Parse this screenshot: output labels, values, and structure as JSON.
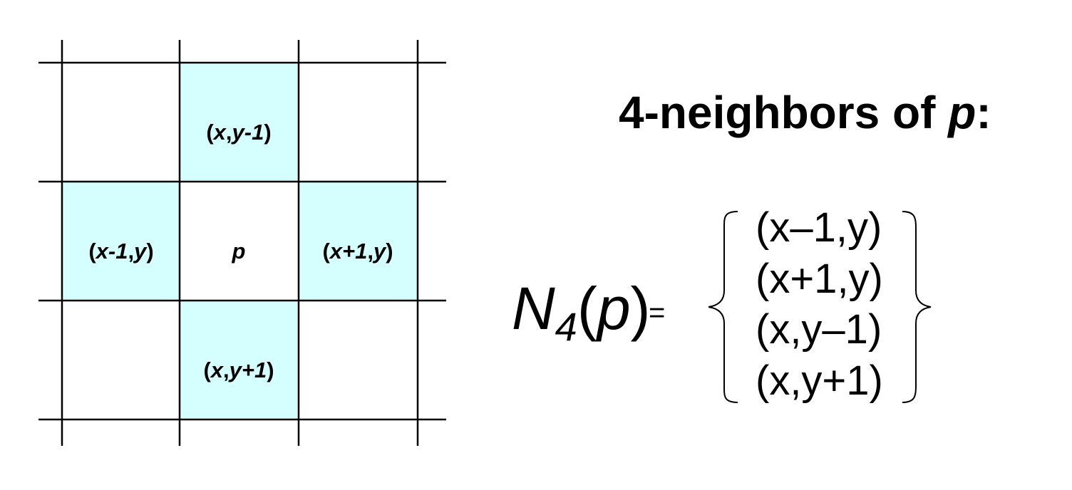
{
  "colors": {
    "highlight": "#d5ffff",
    "line": "#000000",
    "background": "#ffffff"
  },
  "grid": {
    "rows": 3,
    "cols": 3,
    "highlighted_cells": [
      [
        0,
        1
      ],
      [
        1,
        0
      ],
      [
        1,
        2
      ],
      [
        2,
        1
      ]
    ],
    "cells": {
      "top": {
        "open": "(",
        "x": "x",
        "comma": ",",
        "y": "y-1",
        "close": ")"
      },
      "left": {
        "open": "(",
        "x": "x-1",
        "comma": ",",
        "y": "y",
        "close": ")"
      },
      "center": {
        "p": "p"
      },
      "right": {
        "open": "(",
        "x": "x+1",
        "comma": ",",
        "y": "y",
        "close": ")"
      },
      "bottom": {
        "open": "(",
        "x": "x",
        "comma": ",",
        "y": "y+1",
        "close": ")"
      }
    }
  },
  "title": {
    "prefix": "4-neighbors of ",
    "var": "p",
    "suffix": ":"
  },
  "formula": {
    "N": "N",
    "sub": "4",
    "open": "(",
    "p": "p",
    "close": ")",
    "equals": "="
  },
  "set_items": [
    "(x–1,y)",
    "(x+1,y)",
    "(x,y–1)",
    "(x,y+1)"
  ]
}
